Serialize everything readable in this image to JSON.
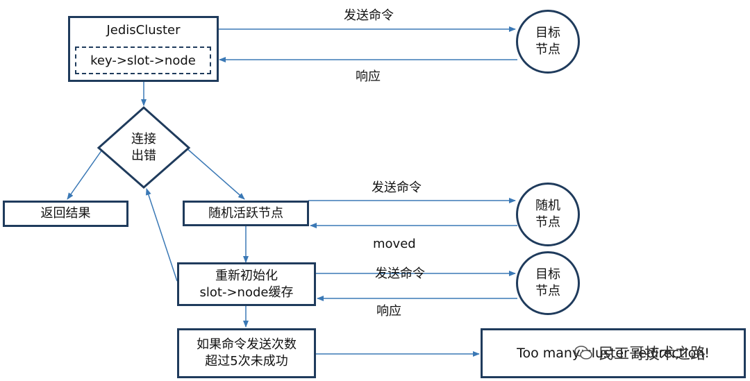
{
  "nodes": {
    "jedis_cluster": {
      "title": "JedisCluster",
      "inner": "key->slot->node"
    },
    "target1": {
      "line1": "目标",
      "line2": "节点"
    },
    "decision": {
      "line1": "连接",
      "line2": "出错"
    },
    "return_result": "返回结果",
    "random_node": "随机活跃节点",
    "random_circle": {
      "line1": "随机",
      "line2": "节点"
    },
    "reinit": {
      "line1": "重新初始化",
      "line2": "slot->node缓存"
    },
    "target2": {
      "line1": "目标",
      "line2": "节点"
    },
    "retry": {
      "line1": "如果命令发送次数",
      "line2": "超过5次未成功"
    },
    "error": "Too many cluster redirection!"
  },
  "edges": {
    "send1": "发送命令",
    "resp1": "响应",
    "send2": "发送命令",
    "moved": "moved",
    "send3": "发送命令",
    "resp2": "响应"
  },
  "watermark": {
    "text": "民工哥技术之路",
    "icon": "wechat-icon"
  },
  "colors": {
    "border": "#1f3b5c",
    "arrow": "#3a78b5"
  }
}
